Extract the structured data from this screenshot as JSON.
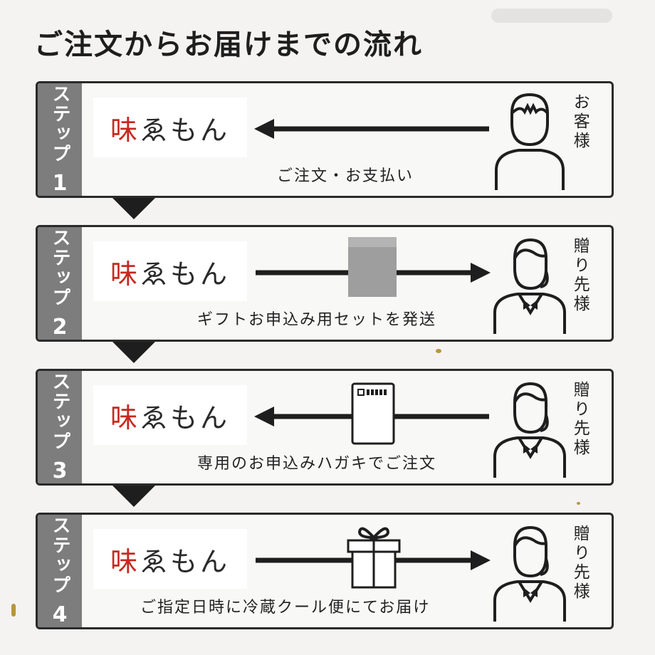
{
  "title": "ご注文からお届けまでの流れ",
  "brand": {
    "part1": "味",
    "part2": "ゑもん"
  },
  "steps": [
    {
      "tab_label": "ステップ",
      "number": "1",
      "caption": "ご注文・お支払い",
      "role": "お客様",
      "arrow": "left",
      "object": "none",
      "person": "customer-icon"
    },
    {
      "tab_label": "ステップ",
      "number": "2",
      "caption": "ギフトお申込み用セットを発送",
      "role": "贈り先様",
      "arrow": "right",
      "object": "box-icon",
      "person": "recipient-icon"
    },
    {
      "tab_label": "ステップ",
      "number": "3",
      "caption": "専用のお申込みハガキでご注文",
      "role": "贈り先様",
      "arrow": "left",
      "object": "postcard-icon",
      "person": "recipient-icon"
    },
    {
      "tab_label": "ステップ",
      "number": "4",
      "caption": "ご指定日時に冷蔵クール便にてお届け",
      "role": "贈り先様",
      "arrow": "right",
      "object": "gift-box-icon",
      "person": "recipient-icon"
    }
  ],
  "colors": {
    "brand_red": "#c52a1f",
    "tab_gray": "#7d7d7d",
    "box_gray": "#9e9e9e",
    "border": "#2a2a2a"
  }
}
